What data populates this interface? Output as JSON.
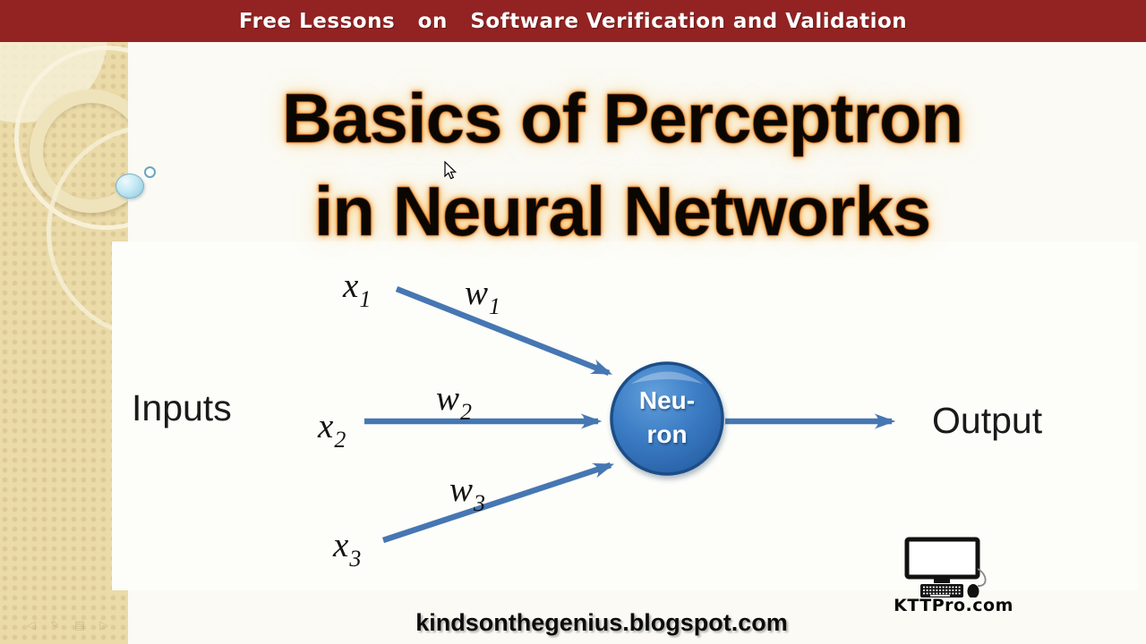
{
  "banner": {
    "text": "Free Lessons   on   Software Verification and Validation",
    "bg_color": "#932322",
    "text_color": "#ffffff"
  },
  "title": {
    "line1": "Basics of Perceptron",
    "line2": "in Neural Networks",
    "text_color": "#0a0703",
    "glow_color": "#f59e28"
  },
  "diagram": {
    "type": "perceptron",
    "inputs_label": "Inputs",
    "output_label": "Output",
    "neuron": {
      "line1": "Neu-",
      "line2": "ron",
      "fill_color": "#3d7ec6",
      "border_color": "#1d4e87"
    },
    "labels": {
      "x1": {
        "base": "x",
        "sub": "1"
      },
      "x2": {
        "base": "x",
        "sub": "2"
      },
      "x3": {
        "base": "x",
        "sub": "3"
      },
      "w1": {
        "base": "w",
        "sub": "1"
      },
      "w2": {
        "base": "w",
        "sub": "2"
      },
      "w3": {
        "base": "w",
        "sub": "3"
      }
    },
    "edges": [
      {
        "from": "x1",
        "weight": "w1",
        "to": "neuron"
      },
      {
        "from": "x2",
        "weight": "w2",
        "to": "neuron"
      },
      {
        "from": "x3",
        "weight": "w3",
        "to": "neuron"
      },
      {
        "from": "neuron",
        "to": "output"
      }
    ],
    "arrow_color": "#4677b3"
  },
  "footer": {
    "blog_url": "kindsonthegenius.blogspot.com"
  },
  "logo": {
    "site": "KTTPro.com"
  },
  "colors": {
    "sidebar_beige": "#ebdba9",
    "slide_background": "#fbfaf4",
    "banner_red": "#932322",
    "arrow_blue": "#4677b3",
    "neuron_blue": "#3d7ec6",
    "title_glow": "#f59e28"
  }
}
